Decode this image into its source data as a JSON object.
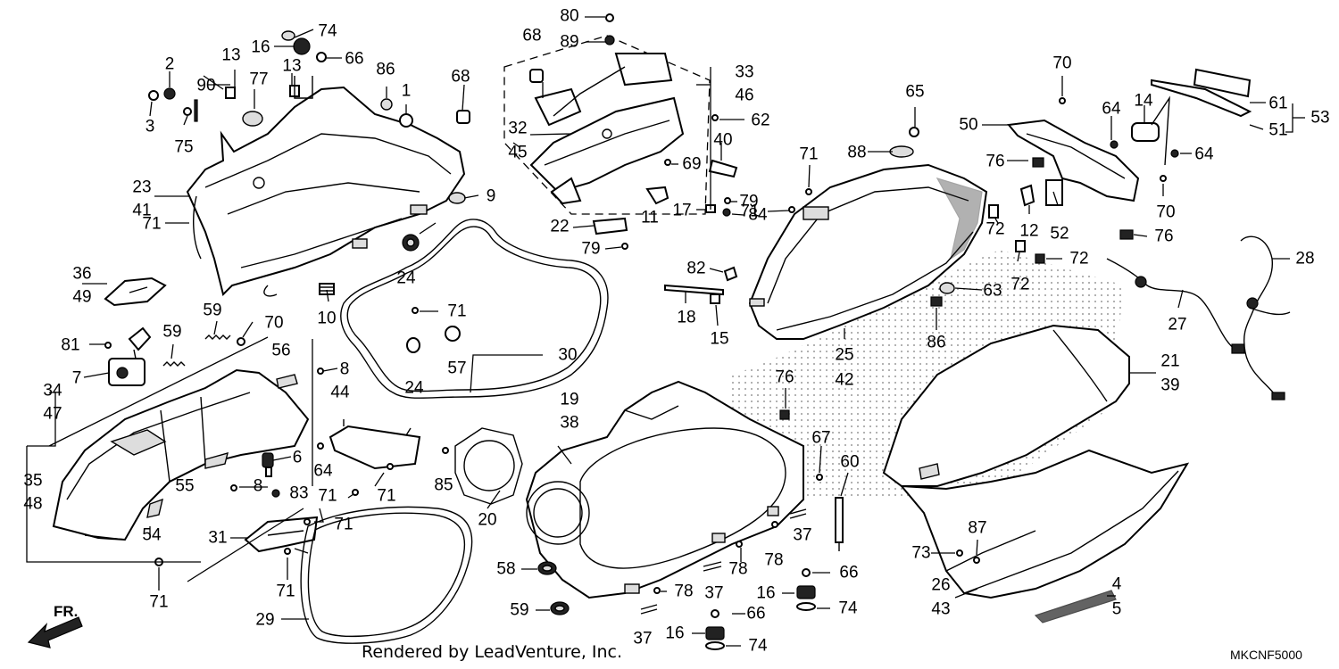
{
  "diagram": {
    "footer": "Rendered by LeadVenture, Inc.",
    "code": "MKCNF5000",
    "direction_label": "FR.",
    "labels": {
      "l2": "2",
      "l3": "3",
      "l13a": "13",
      "l90": "90",
      "l77": "77",
      "l75": "75",
      "l16a": "16",
      "l74a": "74",
      "l66a": "66",
      "l13b": "13",
      "l86a": "86",
      "l1": "1",
      "l68a": "68",
      "l23": "23",
      "l41": "41",
      "l9": "9",
      "l71a": "71",
      "l24a": "24",
      "l36": "36",
      "l49": "49",
      "l10": "10",
      "l59a": "59",
      "l70a": "70",
      "l81": "81",
      "l59b": "59",
      "l7": "7",
      "l56": "56",
      "l8a": "8",
      "l34": "34",
      "l47": "47",
      "l44": "44",
      "l6": "6",
      "l64a": "64",
      "l35": "35",
      "l48": "48",
      "l55": "55",
      "l8b": "8",
      "l83": "83",
      "l71b": "71",
      "l71c": "71",
      "l54": "54",
      "l31": "31",
      "l71d": "71",
      "l71e": "71",
      "l71f": "71",
      "l29": "29",
      "l80": "80",
      "l89": "89",
      "l68b": "68",
      "l33": "33",
      "l46": "46",
      "l62": "62",
      "l32": "32",
      "l45": "45",
      "l40": "40",
      "l69": "69",
      "l79a": "79",
      "l11": "11",
      "l22": "22",
      "l79b": "79",
      "l17": "17",
      "l84": "84",
      "l82": "82",
      "l18": "18",
      "l15": "15",
      "l71g": "71",
      "l57": "57",
      "l24b": "24",
      "l30": "30",
      "l19": "19",
      "l38": "38",
      "l85": "85",
      "l20": "20",
      "l58": "58",
      "l59c": "59",
      "l37a": "37",
      "l37b": "37",
      "l37c": "37",
      "l78a": "78",
      "l78b": "78",
      "l78c": "78",
      "l66b": "66",
      "l16b": "16",
      "l74b": "74",
      "l16c": "16",
      "l74c": "74",
      "l66c": "66",
      "l67": "67",
      "l60": "60",
      "l65": "65",
      "l88": "88",
      "l71h": "71",
      "l71i": "71",
      "l25": "25",
      "l42": "42",
      "l63": "63",
      "l86b": "86",
      "l76a": "76",
      "l70b": "70",
      "l50": "50",
      "l64b": "64",
      "l14": "14",
      "l61": "61",
      "l51": "51",
      "l53": "53",
      "l76b": "76",
      "l12": "12",
      "l52": "52",
      "l70c": "70",
      "l64c": "64",
      "l72a": "72",
      "l72b": "72",
      "l72c": "72",
      "l76c": "76",
      "l28": "28",
      "l27": "27",
      "l21": "21",
      "l39": "39",
      "l73": "73",
      "l87": "87",
      "l26": "26",
      "l43": "43",
      "l4": "4",
      "l5": "5"
    }
  }
}
